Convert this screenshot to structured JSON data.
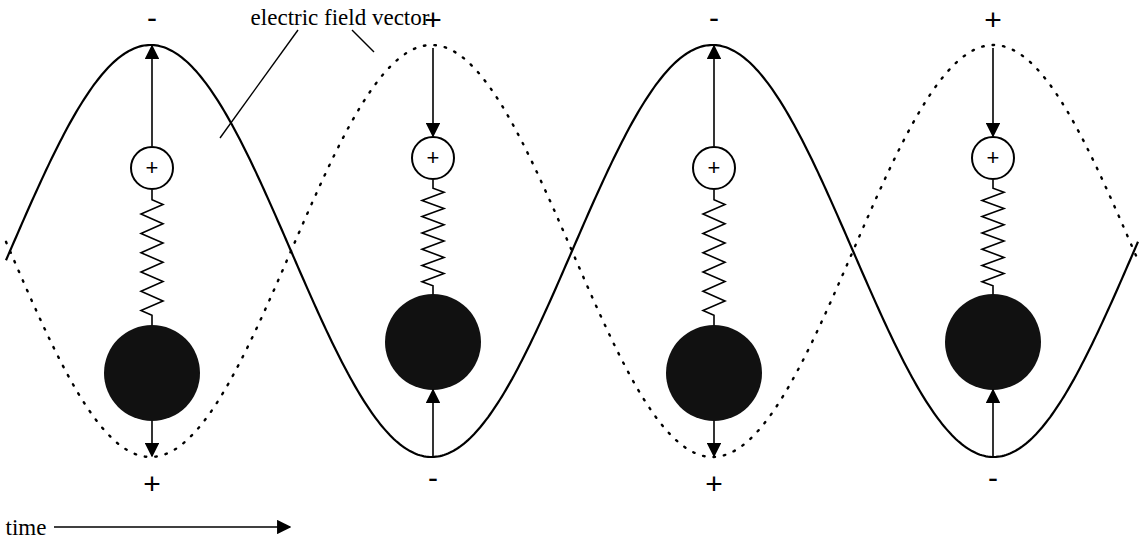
{
  "diagram": {
    "nodes": [
      {
        "text": [
          "+"
        ]
      },
      {
        "text": [
          "+"
        ]
      },
      {
        "text": [
          "+"
        ]
      },
      {
        "text": [
          "+"
        ]
      }
    ],
    "labels": [
      "electric field vector",
      "-",
      "+",
      "-",
      "+",
      "+",
      "-",
      "+",
      "-",
      "time"
    ]
  }
}
